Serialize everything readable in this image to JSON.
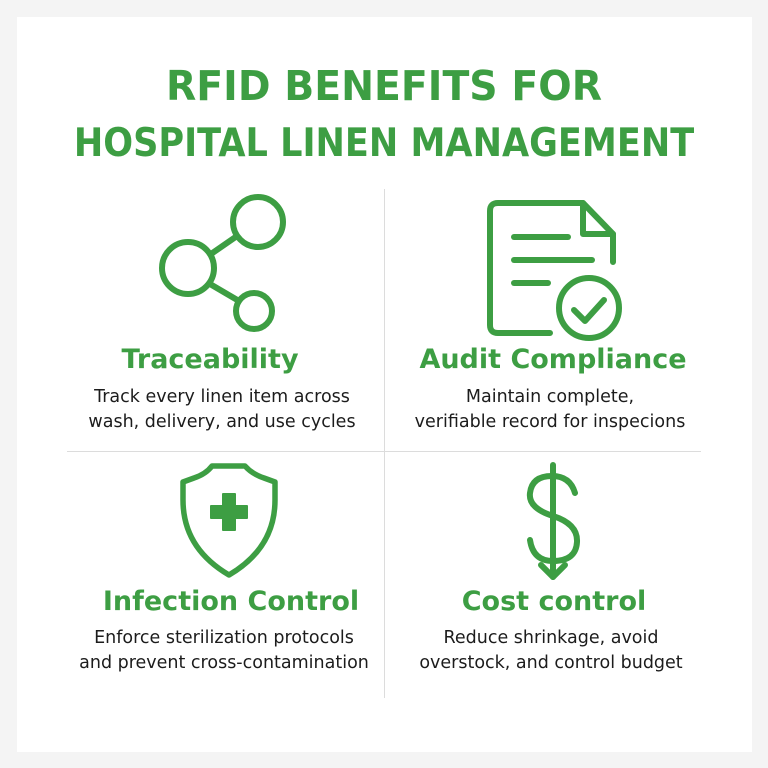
{
  "title": {
    "line1": "RFID BENEFITS FOR",
    "line2": "HOSPITAL LINEN MANAGEMENT"
  },
  "colors": {
    "accent": "#3d9e43",
    "text": "#1c1c1c",
    "divider": "#dcdcdc",
    "background": "#ffffff",
    "frame": "#f4f4f4"
  },
  "benefits": [
    {
      "icon": "share-network-icon",
      "heading": "Traceability",
      "description": [
        "Track every linen item across",
        "wash, delivery, and use cycles"
      ]
    },
    {
      "icon": "document-check-icon",
      "heading": "Audit Compliance",
      "description": [
        "Maintain complete,",
        "verifiable record for inspecions"
      ]
    },
    {
      "icon": "shield-cross-icon",
      "heading": "Infection Control",
      "description": [
        "Enforce sterilization protocols",
        "and prevent cross-contamination"
      ]
    },
    {
      "icon": "dollar-down-arrow-icon",
      "heading": "Cost control",
      "description": [
        "Reduce shrinkage, avoid",
        "overstock, and control budget"
      ]
    }
  ]
}
